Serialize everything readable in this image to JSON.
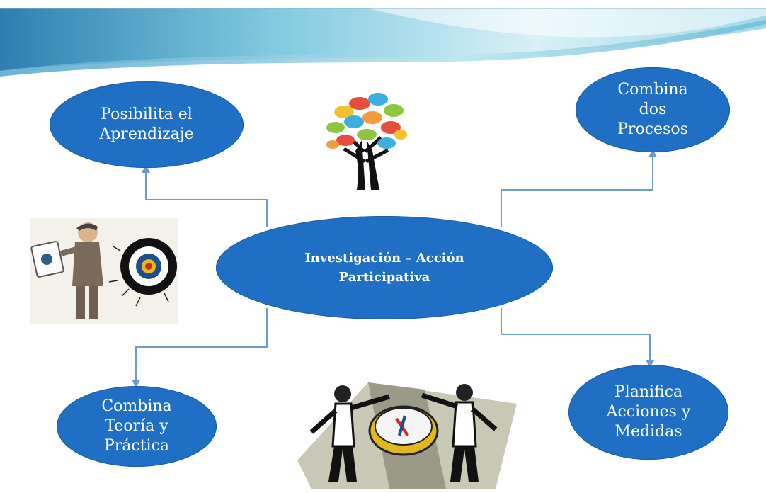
{
  "diagram": {
    "center": "Investigación – Acción\nParticipativa",
    "nodes": {
      "top_left": "Posibilita el\nAprendizaje",
      "top_right": "Combina\ndos\nProcesos",
      "bottom_left": "Combina\nTeoría y\nPráctica",
      "bottom_right": "Planifica\nAcciones y\nMedidas"
    },
    "edges": [
      {
        "from": "center",
        "to": "top_left"
      },
      {
        "from": "center",
        "to": "top_right"
      },
      {
        "from": "center",
        "to": "bottom_left"
      },
      {
        "from": "center",
        "to": "bottom_right"
      }
    ]
  },
  "images": [
    {
      "name": "tree-icon"
    },
    {
      "name": "businessman-target-icon"
    },
    {
      "name": "businessmen-compass-icon"
    }
  ],
  "colors": {
    "node_fill": "#1f6fc4",
    "node_text": "#ffffff",
    "connector": "#6d9ccc",
    "banner_light": "#d8f0f7",
    "banner_mid": "#7fc9df",
    "banner_dark": "#2e7fb0"
  }
}
